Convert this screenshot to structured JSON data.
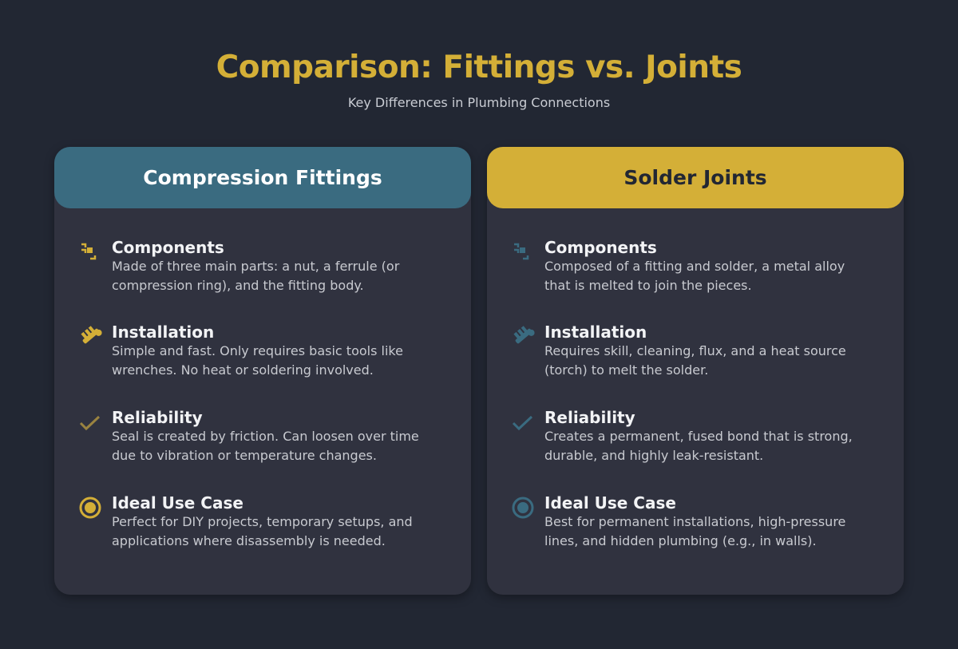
{
  "header": {
    "title": "Comparison: Fittings vs. Joints",
    "subtitle": "Key Differences in Plumbing Connections"
  },
  "colors": {
    "gold": "#d4af37",
    "teal": "#3a6b80",
    "background": "#222733",
    "card": "#30323f"
  },
  "cards": [
    {
      "title": "Compression Fittings",
      "items": [
        {
          "icon": "components-icon",
          "title": "Components",
          "desc": "Made of three main parts: a nut, a ferrule (or compression ring), and the fitting body."
        },
        {
          "icon": "wrench-plug-icon",
          "title": "Installation",
          "desc": "Simple and fast. Only requires basic tools like wrenches. No heat or soldering involved."
        },
        {
          "icon": "checkmark-icon",
          "title": "Reliability",
          "desc": "Seal is created by friction. Can loosen over time due to vibration or temperature changes."
        },
        {
          "icon": "target-icon",
          "title": "Ideal Use Case",
          "desc": "Perfect for DIY projects, temporary setups, and applications where disassembly is needed."
        }
      ]
    },
    {
      "title": "Solder Joints",
      "items": [
        {
          "icon": "components-icon",
          "title": "Components",
          "desc": "Composed of a fitting and solder, a metal alloy that is melted to join the pieces."
        },
        {
          "icon": "wrench-plug-icon",
          "title": "Installation",
          "desc": "Requires skill, cleaning, flux, and a heat source (torch) to melt the solder."
        },
        {
          "icon": "checkmark-icon",
          "title": "Reliability",
          "desc": "Creates a permanent, fused bond that is strong, durable, and highly leak-resistant."
        },
        {
          "icon": "target-icon",
          "title": "Ideal Use Case",
          "desc": "Best for permanent installations, high-pressure lines, and hidden plumbing (e.g., in walls)."
        }
      ]
    }
  ]
}
